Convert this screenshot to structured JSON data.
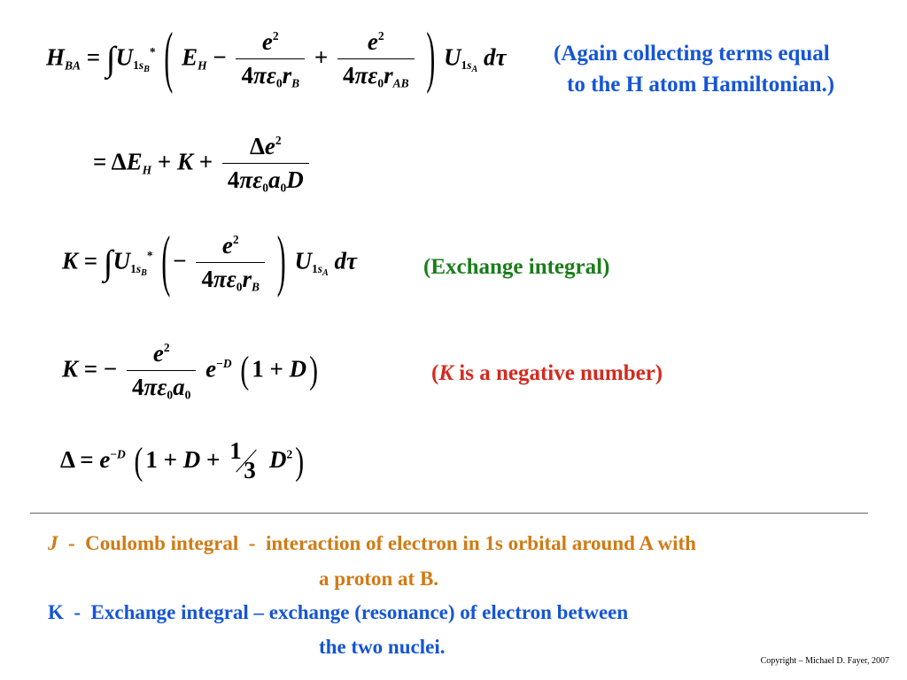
{
  "notes": {
    "again_line1": "(Again collecting terms equal",
    "again_line2": "to the H atom Hamiltonian.)",
    "exchange": "(Exchange integral)",
    "k_open": "(",
    "k_letter": "K",
    "k_rest": " is a negative number)"
  },
  "bottom": {
    "j_letter": "J",
    "j_text_line1": "  -  Coulomb integral  -  interaction of electron in 1s orbital around A with",
    "j_text_line2": "a proton at B.",
    "k_text_line1": "K  -  Exchange integral – exchange (resonance) of electron between",
    "k_text_line2": "the two nuclei."
  },
  "copyright": "Copyright – Michael D. Fayer, 2007",
  "colors": {
    "blue": "#1555d6",
    "green": "#1a7d1a",
    "red": "#d42a1e",
    "orange": "#d17a14"
  }
}
